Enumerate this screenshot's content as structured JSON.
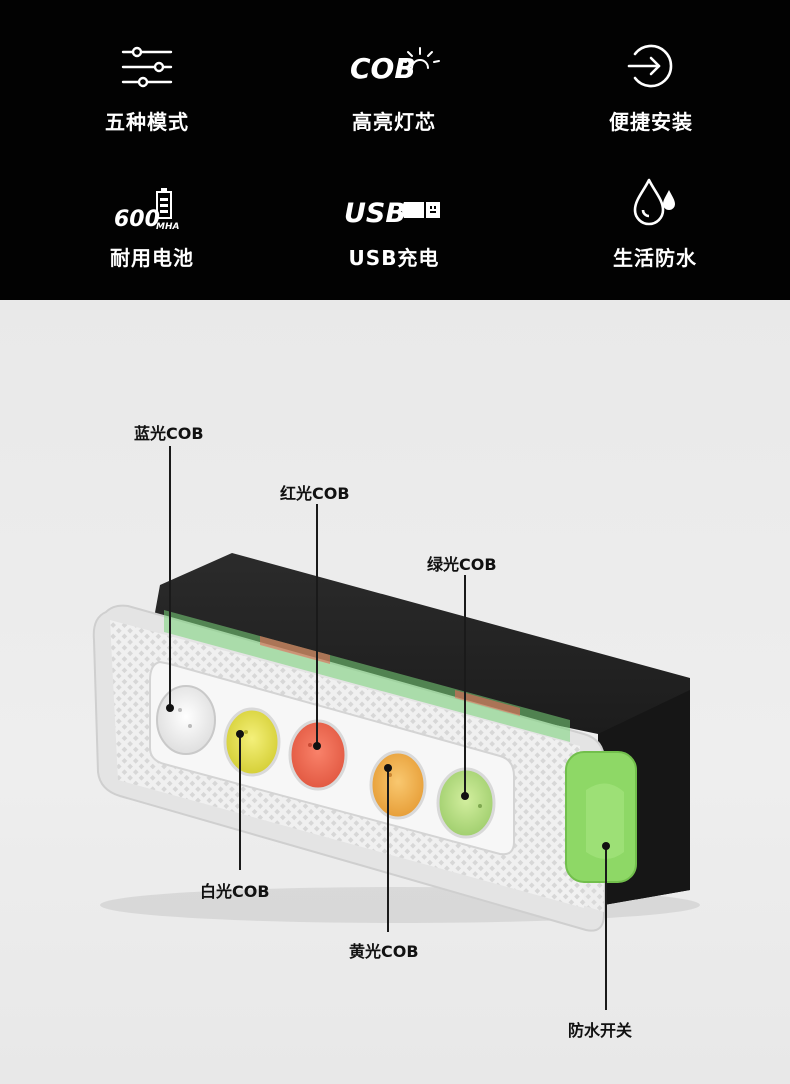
{
  "features": [
    {
      "label": "五种模式",
      "icon": "sliders-icon"
    },
    {
      "label": "高亮灯芯",
      "icon": "cob-sun-icon",
      "icon_text": "COB"
    },
    {
      "label": "便捷安装",
      "icon": "login-arrow-icon"
    },
    {
      "label": "耐用电池",
      "icon": "battery-icon",
      "icon_text": "600",
      "icon_subtext": "MHA"
    },
    {
      "label": "USB充电",
      "icon": "usb-plug-icon",
      "icon_text": "USB"
    },
    {
      "label": "生活防水",
      "icon": "water-drops-icon"
    }
  ],
  "callouts": {
    "blue": "蓝光COB",
    "red": "红光COB",
    "green": "绿光COB",
    "white": "白光COB",
    "yellow": "黄光COB",
    "switch": "防水开关"
  },
  "colors": {
    "top_background": "#020202",
    "bottom_background": "#ebebeb",
    "led_white": "#f4f4f4",
    "led_yellow": "#e6e04a",
    "led_red": "#ef6a50",
    "led_orange": "#f4b24a",
    "led_green": "#b6dc86",
    "switch_green": "#8ed866"
  }
}
